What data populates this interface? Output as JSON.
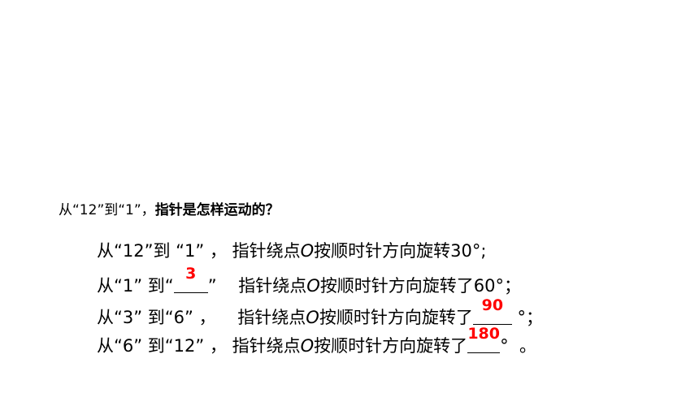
{
  "question": {
    "prefix": "从“12”到“1”，",
    "bold": "指针是怎样运动的？"
  },
  "lines": [
    {
      "part1": "从“12”到 “1” ，",
      "part2": "指针绕点",
      "o_label": "O",
      "part3": "按顺时针方向旋转30°;"
    },
    {
      "part1": "从“1” 到“",
      "answer": "3",
      "part2": "”",
      "part3": "指针绕点",
      "o_label": "O",
      "part4": "按顺时针方向旋转了60°；"
    },
    {
      "part1": "从“3” 到“6” ，",
      "part2": "指针绕点",
      "o_label": "O",
      "part3": "按顺时针方向旋转了",
      "answer": "90",
      "part4": "°；"
    },
    {
      "part1": "从“6” 到“12” ，",
      "part2": "指针绕点",
      "o_label": "O",
      "part3": "按顺时针方向旋转了",
      "answer": "180",
      "part4": "°",
      "part5": "。"
    }
  ],
  "colors": {
    "answer": "#ff0000",
    "text": "#000000",
    "background": "#ffffff"
  }
}
